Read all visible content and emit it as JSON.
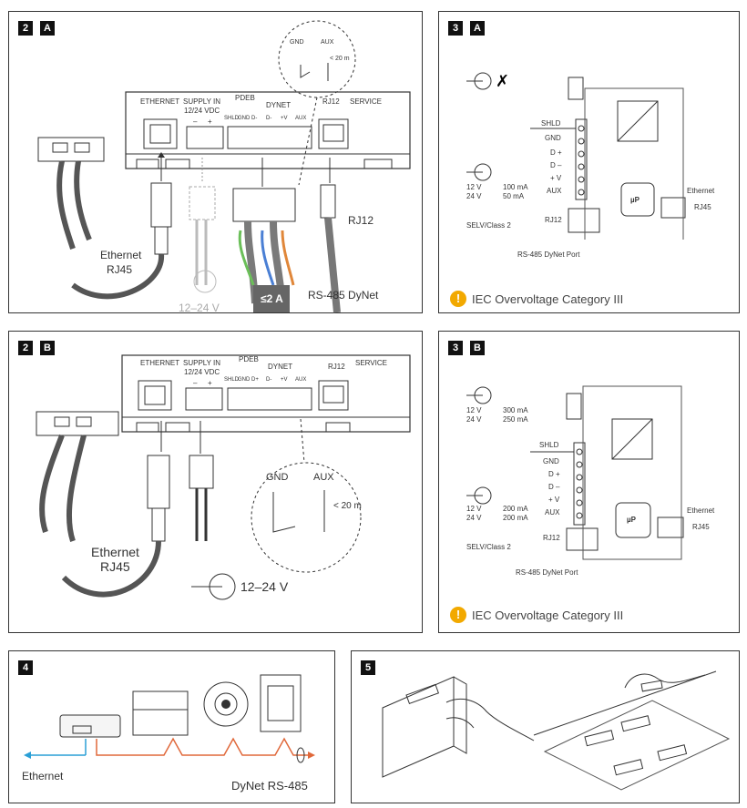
{
  "panel_2a": {
    "step": "2",
    "variant": "A",
    "labels": {
      "ethernet": "ETHERNET",
      "supply_in": "SUPPLY IN",
      "supply_volt": "12/24 VDC",
      "pdeb": "PDEB",
      "dynet": "DYNET",
      "rj12": "RJ12",
      "service": "SERVICE",
      "gnd": "GND",
      "aux": "AUX",
      "dist": "< 20 m",
      "ethernet_rj45_1": "Ethernet",
      "ethernet_rj45_2": "RJ45",
      "rj12_cable": "RJ12",
      "supply_cable": "12–24 V",
      "current": "≤2 A",
      "rs485": "RS-485 DyNet",
      "pins": [
        "SHLD",
        "GND",
        "D-",
        "D-",
        "+V",
        "AUX"
      ],
      "supply_pins": [
        "–",
        "+"
      ]
    }
  },
  "panel_3a": {
    "step": "3",
    "variant": "A",
    "labels": {
      "shld": "SHLD",
      "gnd": "GND",
      "dplus": "D +",
      "dminus": "D –",
      "pv": "+ V",
      "aux": "AUX",
      "v12": "12 V",
      "v12_val": "100 mA",
      "v24": "24 V",
      "v24_val": "50 mA",
      "selv": "SELV/Class 2",
      "rj12": "RJ12",
      "up": "µP",
      "ethernet": "Ethernet",
      "rj45": "RJ45",
      "port": "RS-485 DyNet Port"
    },
    "warning": "IEC Overvoltage Category III"
  },
  "panel_2b": {
    "step": "2",
    "variant": "B",
    "labels": {
      "ethernet": "ETHERNET",
      "supply_in": "SUPPLY IN",
      "supply_volt": "12/24 VDC",
      "pdeb": "PDEB",
      "dynet": "DYNET",
      "rj12": "RJ12",
      "service": "SERVICE",
      "gnd": "GND",
      "aux": "AUX",
      "dist": "< 20 m",
      "ethernet_rj45_1": "Ethernet",
      "ethernet_rj45_2": "RJ45",
      "supply_cable": "12–24 V",
      "pins": [
        "SHLD",
        "GND",
        "D+",
        "D-",
        "+V",
        "AUX"
      ],
      "supply_pins": [
        "–",
        "+"
      ]
    }
  },
  "panel_3b": {
    "step": "3",
    "variant": "B",
    "labels": {
      "shld": "SHLD",
      "gnd": "GND",
      "dplus": "D +",
      "dminus": "D –",
      "pv": "+ V",
      "aux": "AUX",
      "in_v12": "12 V",
      "in_v12_val": "300 mA",
      "in_v24": "24 V",
      "in_v24_val": "250 mA",
      "out_v12": "12 V",
      "out_v12_val": "200 mA",
      "out_v24": "24 V",
      "out_v24_val": "200 mA",
      "selv": "SELV/Class 2",
      "rj12": "RJ12",
      "up": "µP",
      "ethernet": "Ethernet",
      "rj45": "RJ45",
      "port": "RS-485 DyNet Port"
    },
    "warning": "IEC Overvoltage Category III"
  },
  "panel_4": {
    "step": "4",
    "ethernet": "Ethernet",
    "dynet": "DyNet RS-485"
  },
  "panel_5": {
    "step": "5"
  },
  "colors": {
    "ethernet_arrow": "#2a9fd6",
    "dynet_line": "#e0683a",
    "warning": "#f2a900"
  }
}
